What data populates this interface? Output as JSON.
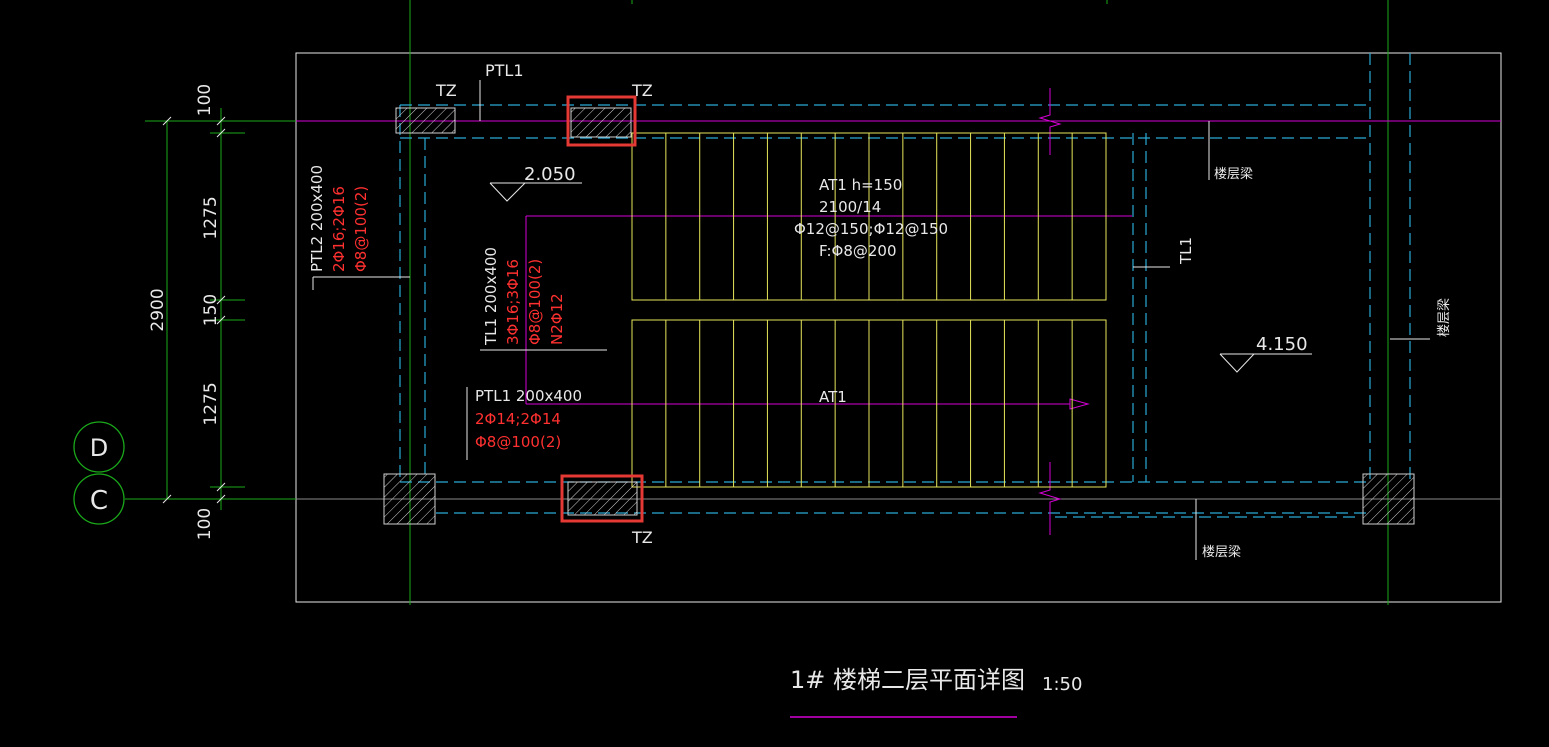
{
  "title": {
    "main": "1# 楼梯二层平面详图",
    "scale": "1:50"
  },
  "axes": {
    "d": "D",
    "c": "C"
  },
  "dimensions": {
    "total": "2900",
    "top_offset": "100",
    "bottom_offset": "100",
    "flight_upper": "1275",
    "gap": "150",
    "flight_lower": "1275"
  },
  "labels": {
    "tz_top_left": "TZ",
    "tz_top_mid": "TZ",
    "tz_bottom": "TZ",
    "ptl1_top": "PTL1",
    "ptl2_name": "PTL2 200x400",
    "ptl2_line1": "2Φ16;2Φ16",
    "ptl2_line2": "Φ8@100(2)",
    "tl1_name": "TL1 200x400",
    "tl1_line1": "3Φ16;3Φ16",
    "tl1_line2": "Φ8@100(2)",
    "tl1_line3": "N2Φ12",
    "ptl1_name": "PTL1 200x400",
    "ptl1_line1": "2Φ14;2Φ14",
    "ptl1_line2": "Φ8@100(2)",
    "at1_head": "AT1 h=150",
    "at1_line1": "2100/14",
    "at1_line2": "Φ12@150;Φ12@150",
    "at1_line3": "F:Φ8@200",
    "at1_arrow": "AT1",
    "elev_left": "2.050",
    "elev_right": "4.150",
    "tl1_right": "TL1",
    "floor_beam_top": "楼层梁",
    "floor_beam_right": "楼层梁",
    "floor_beam_bottom": "楼层梁"
  },
  "colors": {
    "background": "#000000",
    "outline": "#e8e8e8",
    "grid": "#1aa81a",
    "beam_dash": "#2aa9d6",
    "stair": "#e6e65a",
    "magenta": "#d400d4",
    "red_text": "#ff3030",
    "highlight_box": "#e53935"
  }
}
